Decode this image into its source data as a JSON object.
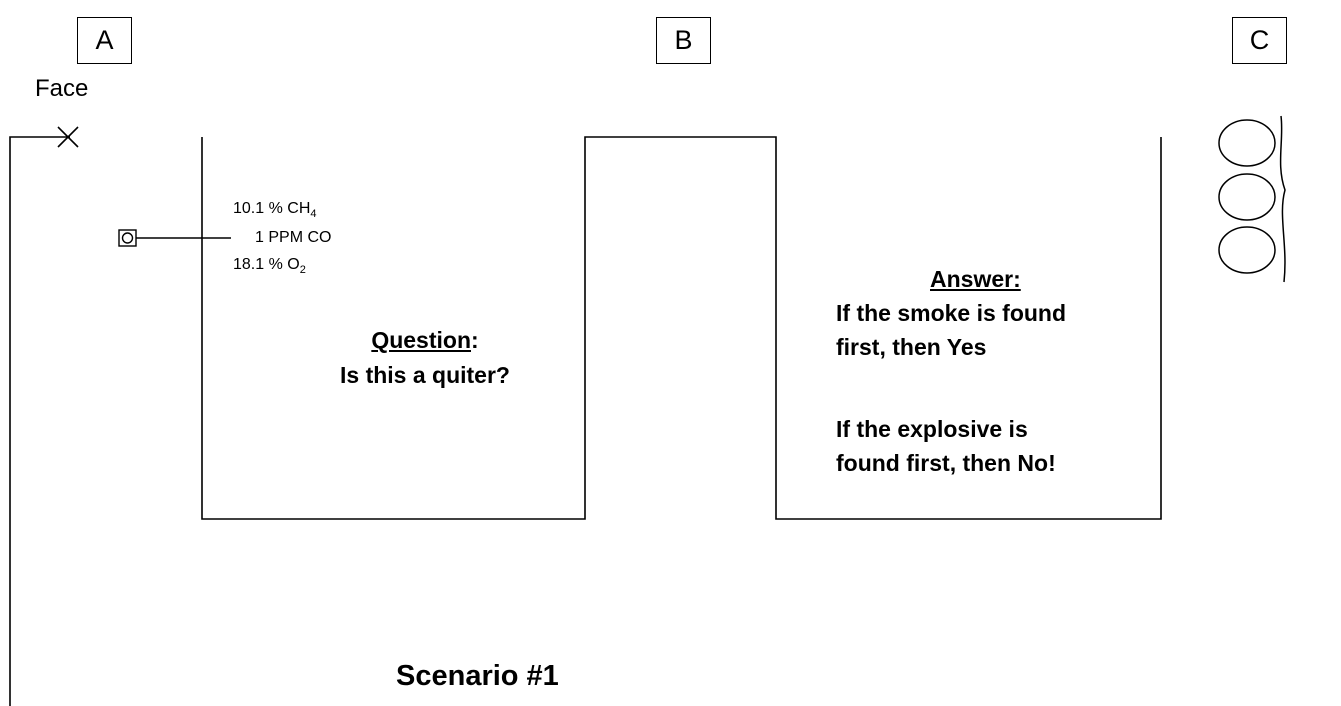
{
  "labels": {
    "a": "A",
    "b": "B",
    "c": "C",
    "face": "Face"
  },
  "readings": {
    "ch4_value": "10.1",
    "ch4_unit": "% CH",
    "ch4_sub": "4",
    "co_value": "1",
    "co_unit": "PPM CO",
    "o2_value": "18.1",
    "o2_unit": "% O",
    "o2_sub": "2"
  },
  "question": {
    "heading": "Question",
    "colon": ":",
    "text": "Is this a quiter?"
  },
  "answer": {
    "heading": "Answer:",
    "line1": "If the smoke is found",
    "line2": "first, then Yes",
    "line3": "If the explosive is",
    "line4": "found first, then No!"
  },
  "scenario": {
    "title": "Scenario #1"
  },
  "icons": {
    "face_marker": "x-mark-icon",
    "detector": "gas-detector-icon",
    "ventilation": "coil-icon"
  }
}
